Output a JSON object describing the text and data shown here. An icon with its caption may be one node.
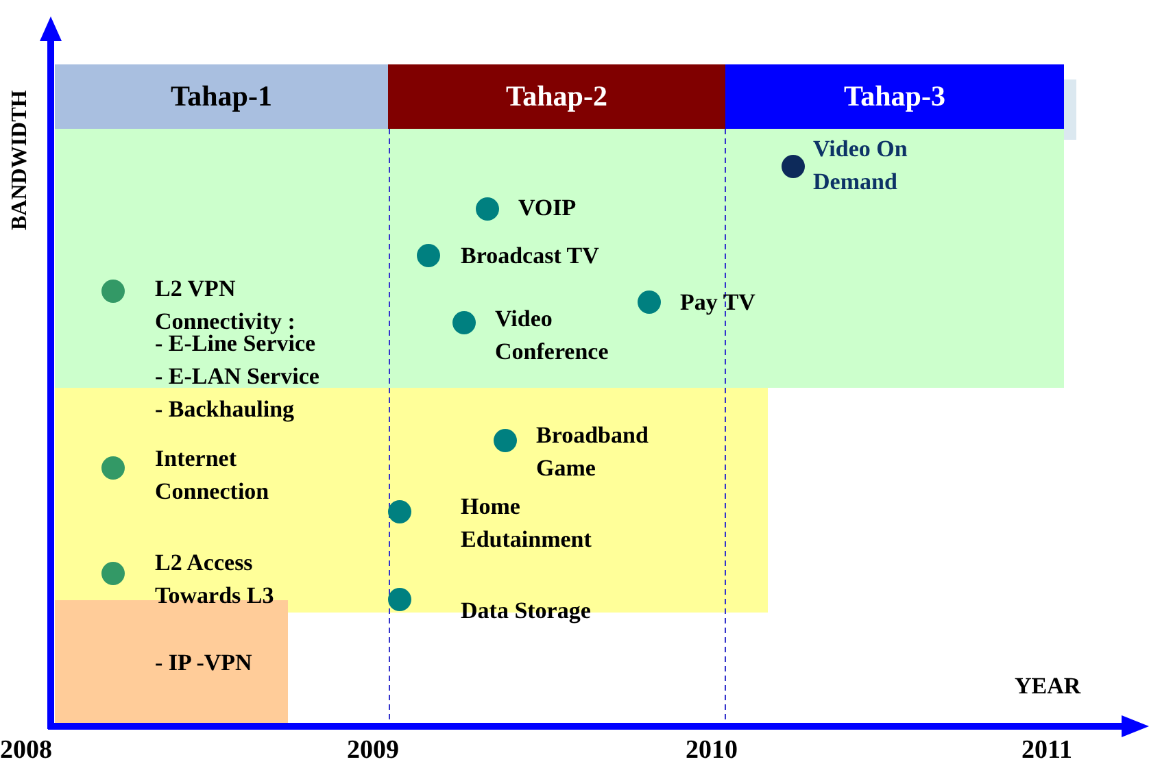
{
  "diagram": {
    "nodes": [
      {
        "text": [
          "Tahap-1"
        ]
      },
      {
        "text": [
          "Tahap-2"
        ]
      },
      {
        "text": [
          "Tahap-3"
        ]
      }
    ],
    "labels": [
      "BANDWIDTH",
      "Video On Demand",
      "VOIP",
      "Broadcast TV",
      "L2 VPN Connectivity :",
      "Pay TV",
      "Video Conference",
      "- E-Line Service",
      "- E-LAN Service",
      "- Backhauling",
      "Broadband Game",
      "Internet Connection",
      "Home Edutainment",
      "L2 Access Towards L3",
      "Data Storage",
      "- IP -VPN",
      "YEAR",
      "2008",
      "2009",
      "2010",
      "2011"
    ]
  }
}
